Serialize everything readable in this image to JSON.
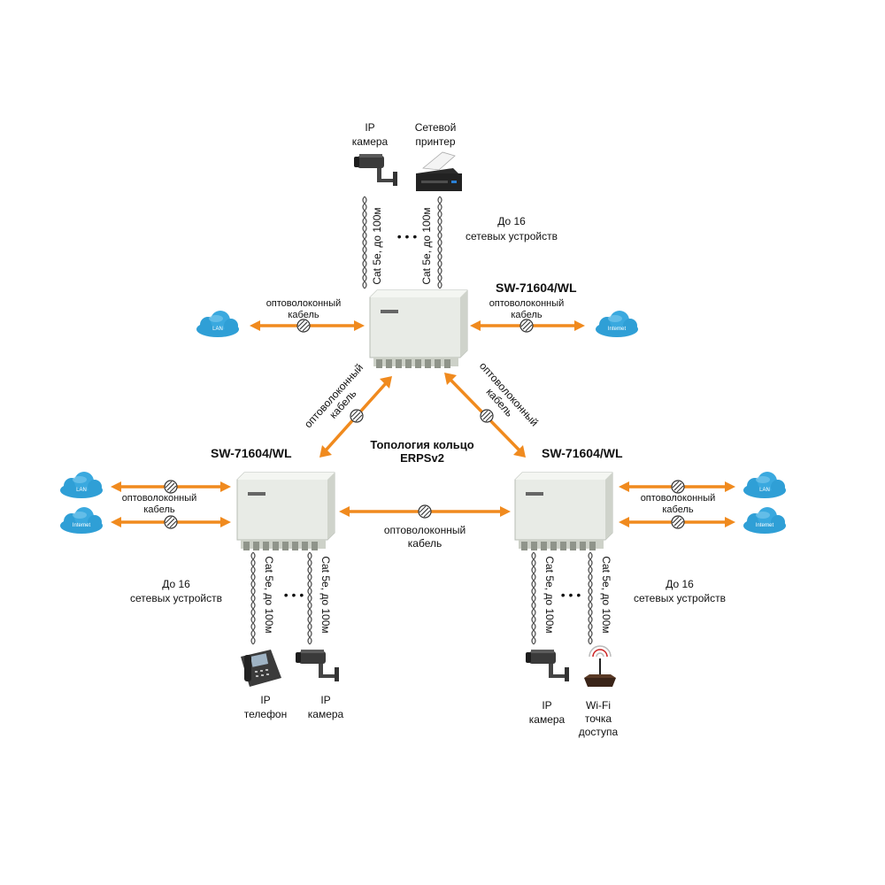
{
  "colors": {
    "arrow": "#f08a1e",
    "cloud": "#2f9fd6",
    "switch_body": "#e8ebe6",
    "twisted_pair": "#555555"
  },
  "switch_model": "SW-71604/WL",
  "topology": {
    "line1": "Топология кольцо",
    "line2": "ERPSv2"
  },
  "fiber_label": {
    "line1": "оптоволоконный",
    "line2": "кабель"
  },
  "cable_label": "Cat 5e, до 100м",
  "clouds": {
    "lan": "LAN",
    "internet": "Internet"
  },
  "device_count": {
    "line1": "До 16",
    "line2": "сетевых устройств"
  },
  "ellipsis": "• • •",
  "devices": {
    "top_camera": {
      "line1": "IP",
      "line2": "камера"
    },
    "printer": {
      "line1": "Сетевой",
      "line2": "принтер"
    },
    "phone": {
      "line1": "IP",
      "line2": "телефон"
    },
    "left_camera": {
      "line1": "IP",
      "line2": "камера"
    },
    "right_camera": {
      "line1": "IP",
      "line2": "камера"
    },
    "wifi": {
      "line1": "Wi-Fi",
      "line2": "точка",
      "line3": "доступа"
    }
  },
  "icons": {
    "cloud": "cloud-icon",
    "switch": "industrial-switch-icon",
    "camera": "ip-camera-icon",
    "printer": "printer-icon",
    "phone": "ip-phone-icon",
    "wifi": "wifi-access-point-icon",
    "fiber_coil": "fiber-coil-icon"
  }
}
